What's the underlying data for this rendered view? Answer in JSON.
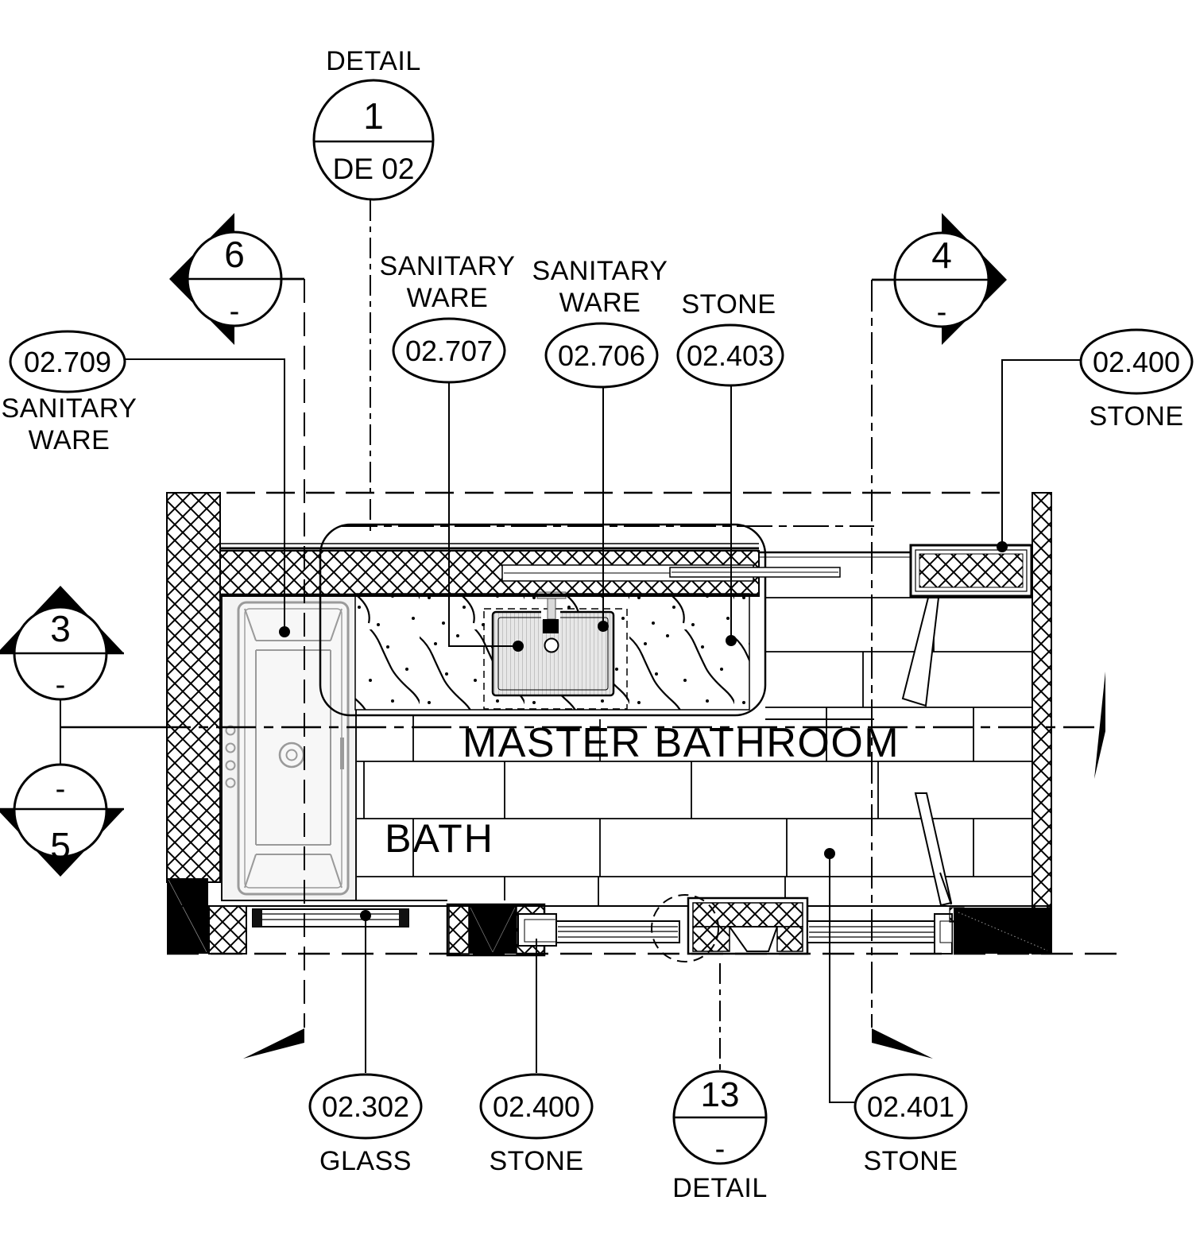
{
  "room": {
    "title": "MASTER BATHROOM",
    "area_label": "BATH"
  },
  "callouts": {
    "detail_top": {
      "label": "DETAIL",
      "number": "1",
      "sheet": "DE 02"
    },
    "detail_bottom": {
      "label": "DETAIL",
      "number": "13",
      "sheet": "-"
    },
    "section_left_top": {
      "number": "6",
      "sheet": "-"
    },
    "section_right_top": {
      "number": "4",
      "sheet": "-"
    },
    "section_left_mid": {
      "number": "3",
      "sheet": "-"
    },
    "section_left_low": {
      "number": "5",
      "sheet": "-"
    }
  },
  "tags": {
    "t709": {
      "code": "02.709",
      "material": "SANITARY WARE",
      "lines": [
        "SANITARY",
        "WARE"
      ]
    },
    "t707": {
      "code": "02.707",
      "material": "SANITARY WARE",
      "lines": [
        "SANITARY",
        "WARE"
      ]
    },
    "t706": {
      "code": "02.706",
      "material": "SANITARY WARE",
      "lines": [
        "SANITARY",
        "WARE"
      ]
    },
    "t403": {
      "code": "02.403",
      "material": "STONE",
      "lines": [
        "STONE"
      ]
    },
    "t400_top": {
      "code": "02.400",
      "material": "STONE",
      "lines": [
        "STONE"
      ]
    },
    "t302": {
      "code": "02.302",
      "material": "GLASS",
      "lines": [
        "GLASS"
      ]
    },
    "t400_bottom": {
      "code": "02.400",
      "material": "STONE",
      "lines": [
        "STONE"
      ]
    },
    "t401": {
      "code": "02.401",
      "material": "STONE",
      "lines": [
        "STONE"
      ]
    }
  },
  "colors": {
    "line": "#000000",
    "tub_line": "#9a9a9a",
    "deck_fill": "#f3f3f3",
    "sink_fill": "#e7e7e7"
  }
}
